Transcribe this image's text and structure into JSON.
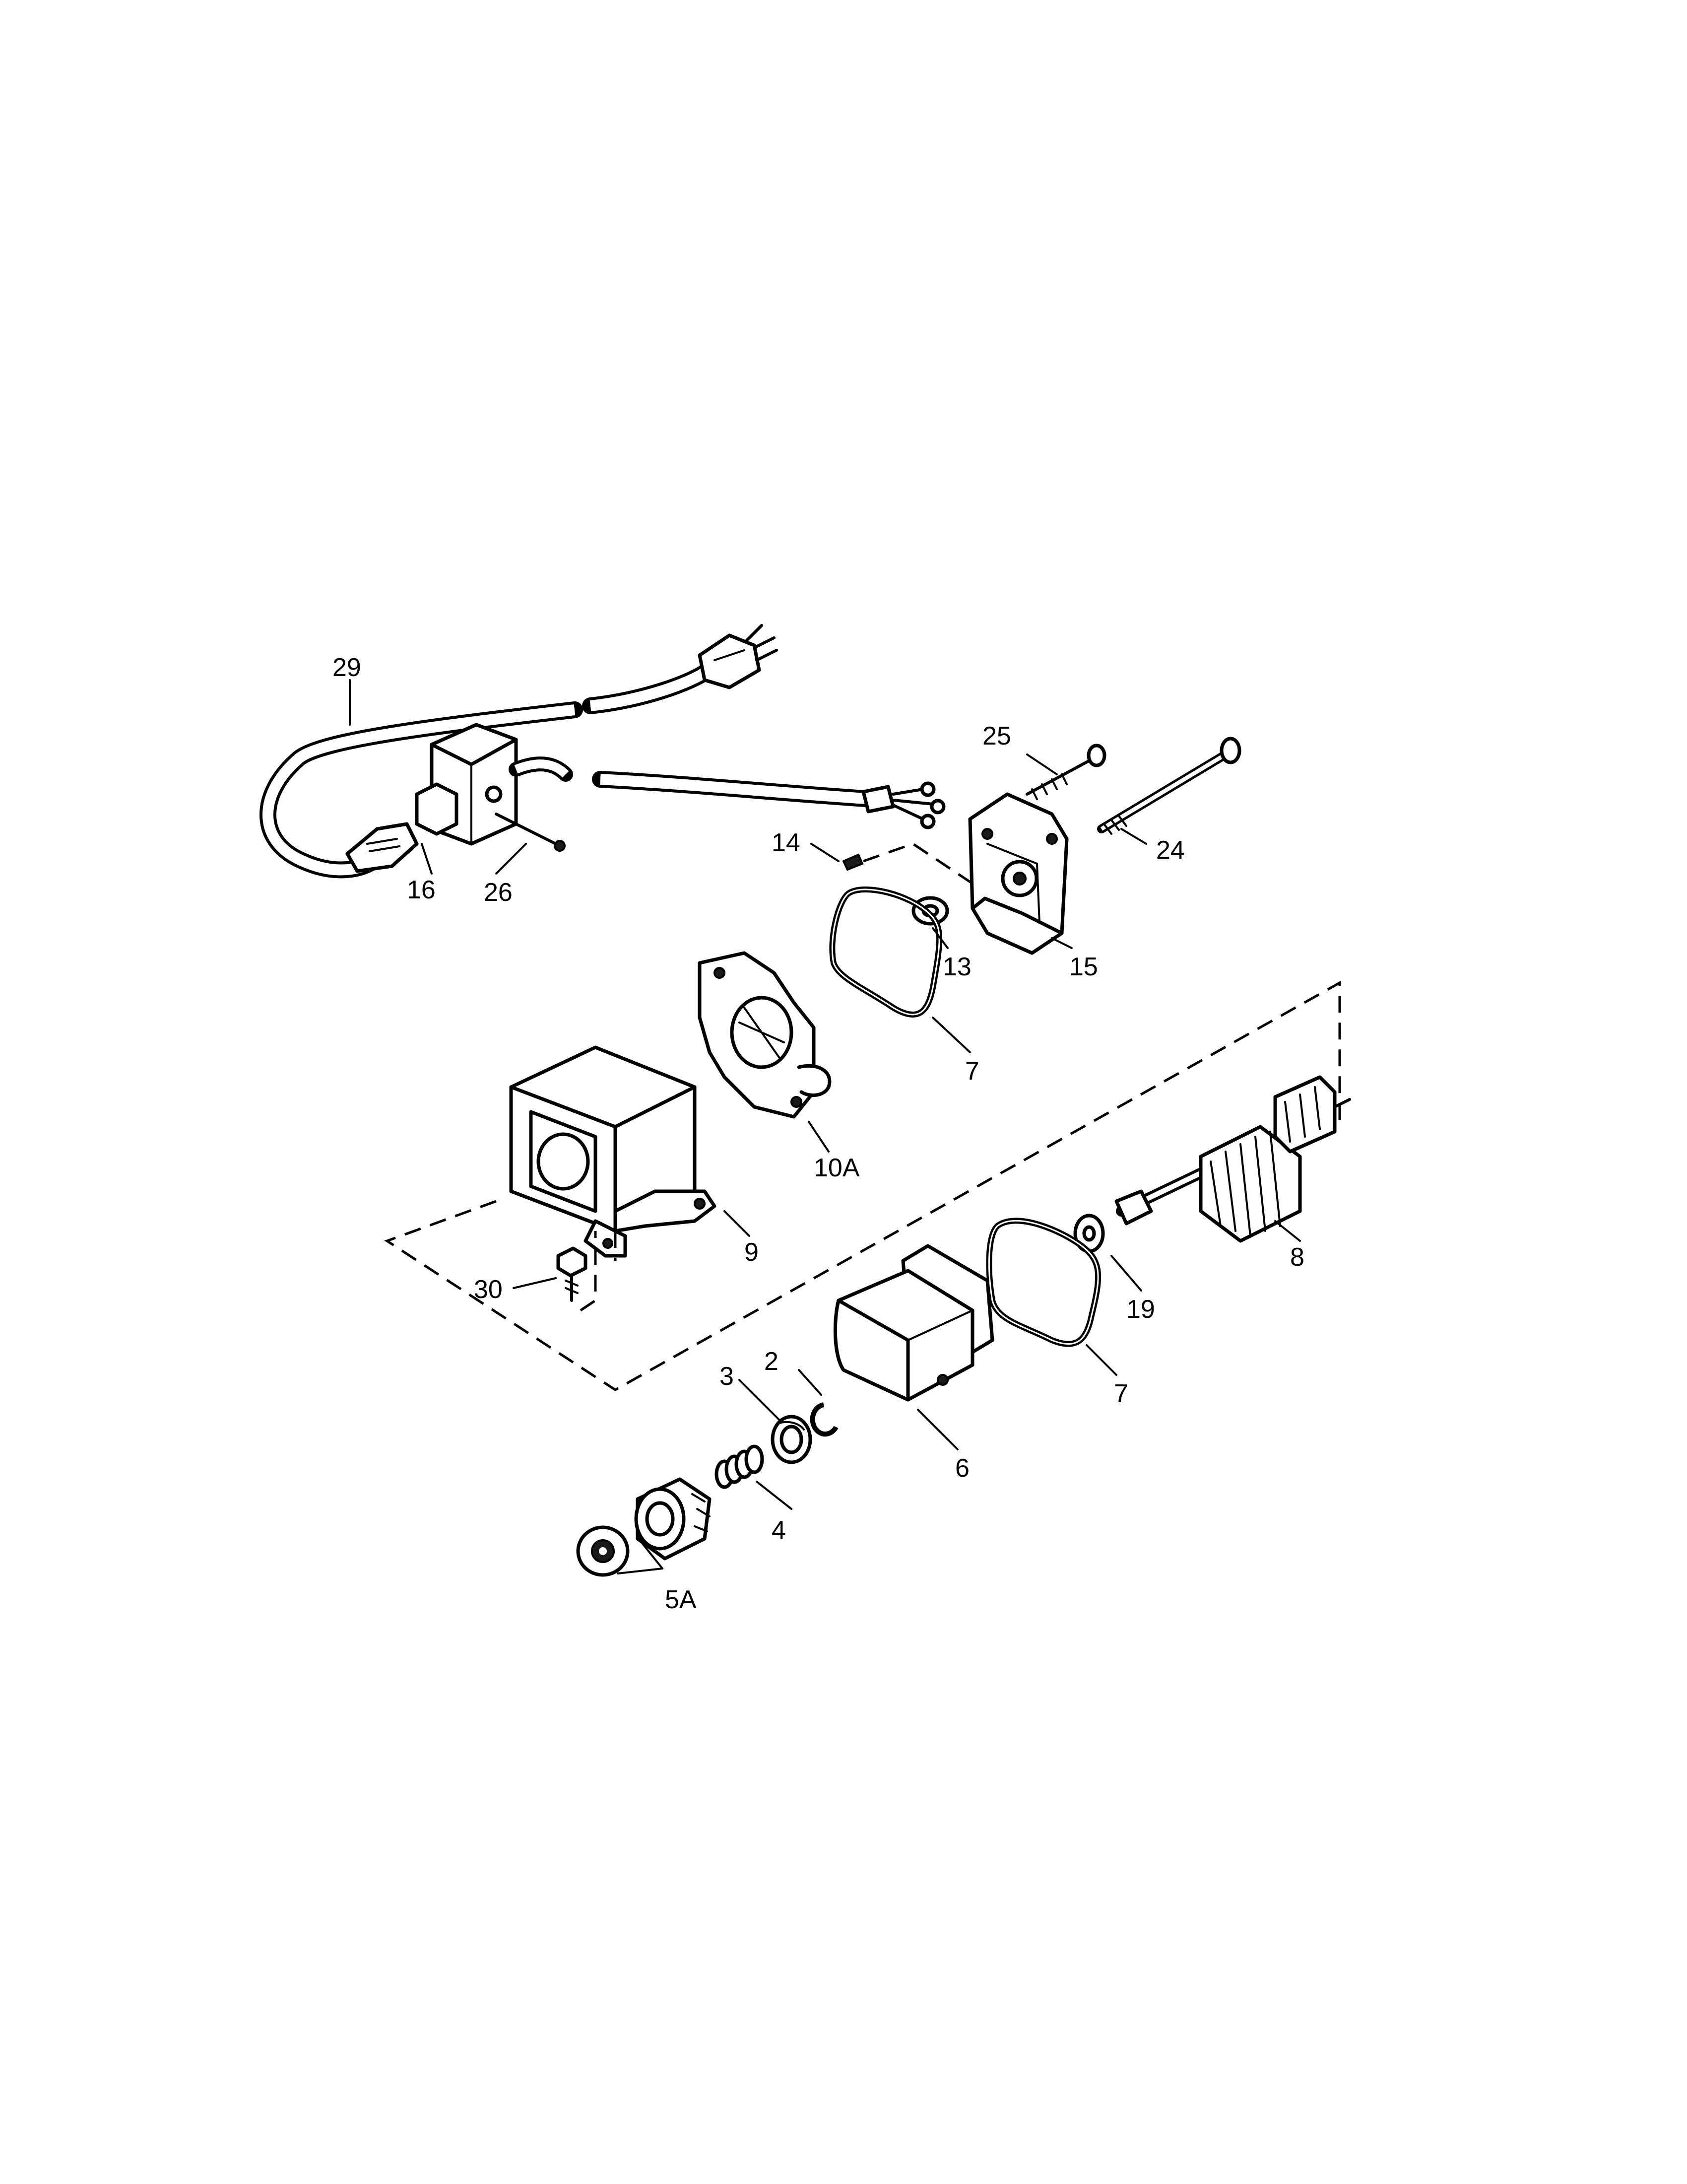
{
  "callouts": [
    {
      "id": "29",
      "label": "29"
    },
    {
      "id": "25",
      "label": "25"
    },
    {
      "id": "24",
      "label": "24"
    },
    {
      "id": "14",
      "label": "14"
    },
    {
      "id": "16",
      "label": "16"
    },
    {
      "id": "26",
      "label": "26"
    },
    {
      "id": "13",
      "label": "13"
    },
    {
      "id": "15",
      "label": "15"
    },
    {
      "id": "7a",
      "label": "7"
    },
    {
      "id": "10A",
      "label": "10A"
    },
    {
      "id": "9",
      "label": "9"
    },
    {
      "id": "8",
      "label": "8"
    },
    {
      "id": "30",
      "label": "30"
    },
    {
      "id": "19",
      "label": "19"
    },
    {
      "id": "7b",
      "label": "7"
    },
    {
      "id": "2",
      "label": "2"
    },
    {
      "id": "3",
      "label": "3"
    },
    {
      "id": "6",
      "label": "6"
    },
    {
      "id": "4",
      "label": "4"
    },
    {
      "id": "5A",
      "label": "5A"
    }
  ],
  "colors": {
    "ink": "#000000",
    "paper": "#ffffff"
  }
}
